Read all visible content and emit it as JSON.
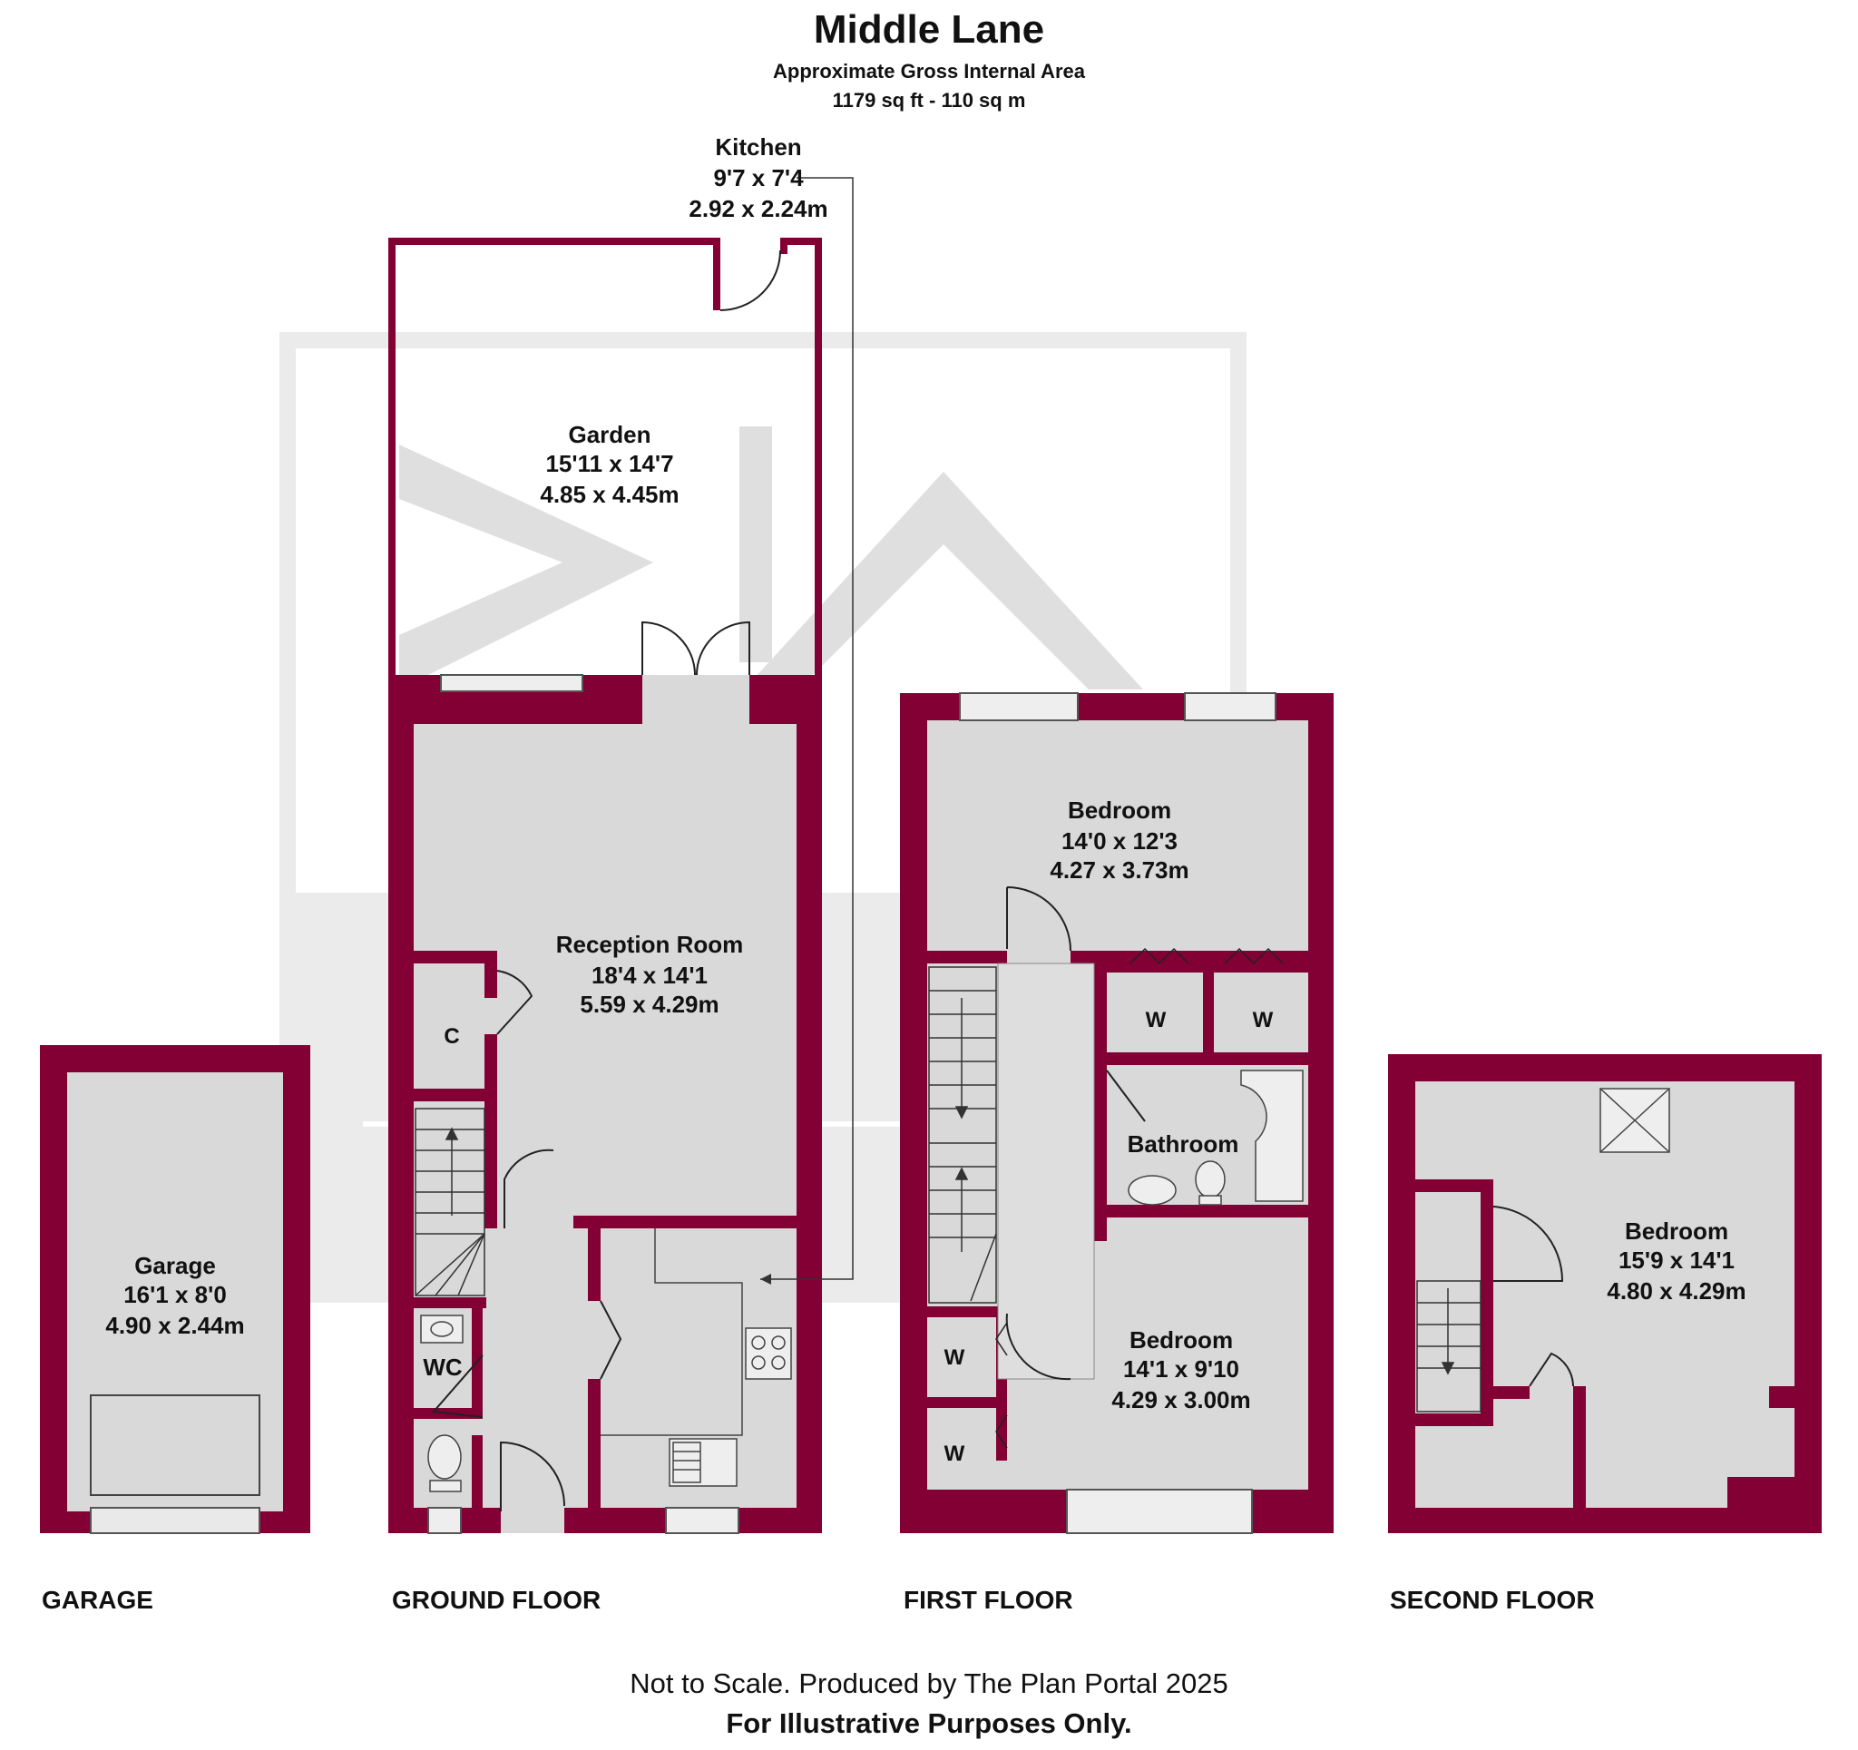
{
  "header": {
    "title": "Middle Lane",
    "area_label": "Approximate Gross Internal Area",
    "area_value": "1179 sq ft - 110 sq m"
  },
  "rooms": {
    "kitchen": {
      "name": "Kitchen",
      "imperial": "9'7 x 7'4",
      "metric": "2.92 x 2.24m"
    },
    "garden": {
      "name": "Garden",
      "imperial": "15'11 x 14'7",
      "metric": "4.85 x 4.45m"
    },
    "reception": {
      "name": "Reception Room",
      "imperial": "18'4 x 14'1",
      "metric": "5.59 x 4.29m"
    },
    "garage": {
      "name": "Garage",
      "imperial": "16'1 x 8'0",
      "metric": "4.90 x 2.44m"
    },
    "bedroom_first_1": {
      "name": "Bedroom",
      "imperial": "14'0 x 12'3",
      "metric": "4.27 x 3.73m"
    },
    "bedroom_first_2": {
      "name": "Bedroom",
      "imperial": "14'1 x 9'10",
      "metric": "4.29 x 3.00m"
    },
    "bathroom": {
      "name": "Bathroom"
    },
    "bedroom_second": {
      "name": "Bedroom",
      "imperial": "15'9 x 14'1",
      "metric": "4.80 x 4.29m"
    },
    "cupboard": "C",
    "wc": "WC",
    "wardrobe": "W"
  },
  "floors": {
    "garage": "GARAGE",
    "ground": "GROUND FLOOR",
    "first": "FIRST FLOOR",
    "second": "SECOND FLOOR"
  },
  "footer": {
    "line1": "Not to Scale. Produced by The Plan Portal 2025",
    "line2": "For Illustrative Purposes Only."
  },
  "colors": {
    "wall": "#820033",
    "floor": "#d9d9d9",
    "watermark": "#e3e3e3"
  }
}
